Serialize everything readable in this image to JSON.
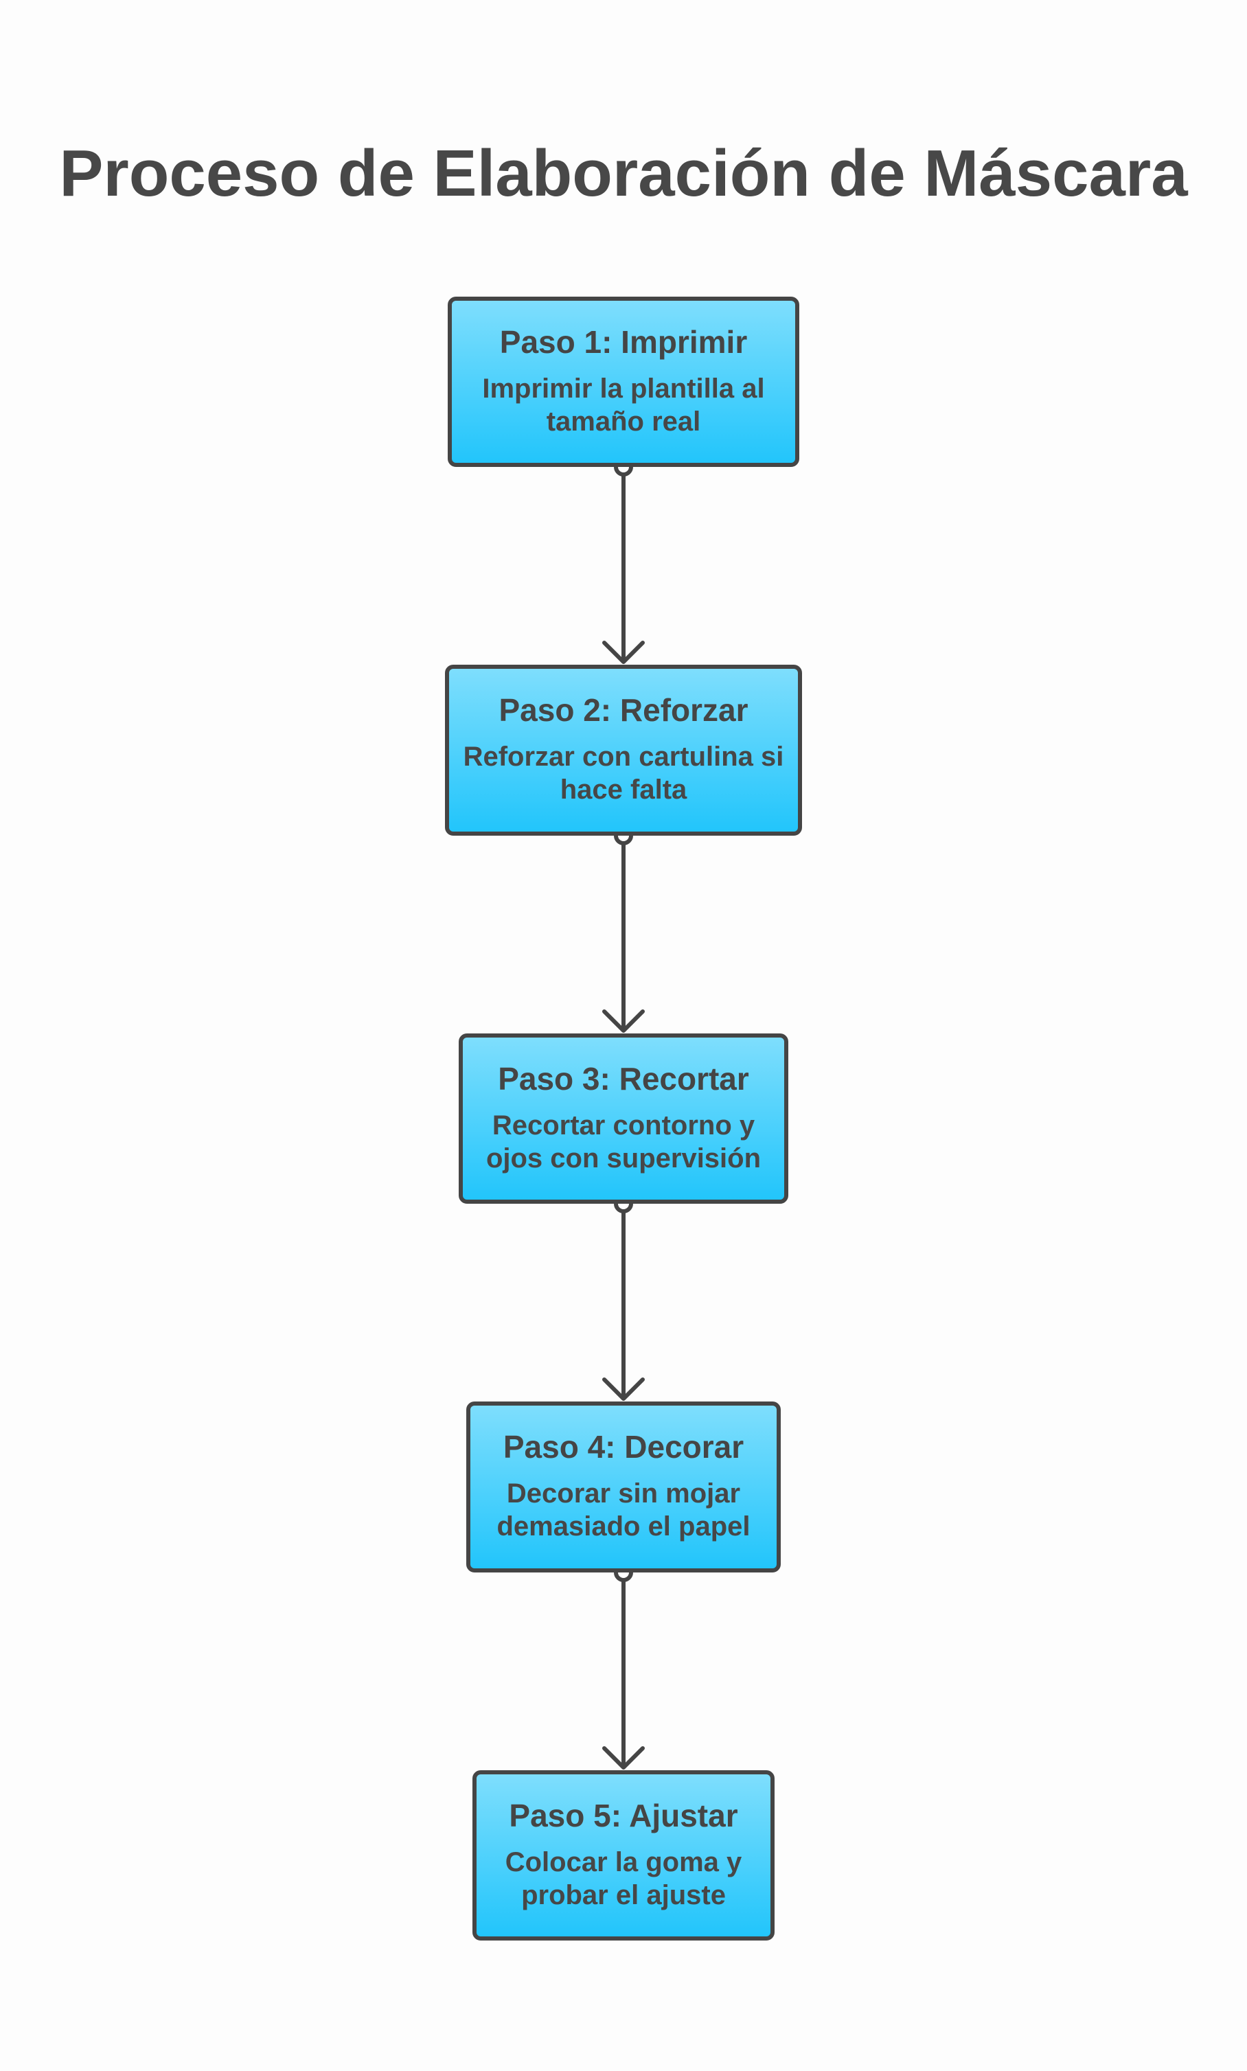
{
  "title": "Proceso de Elaboración de Máscara",
  "steps": [
    {
      "title": "Paso 1: Imprimir",
      "description": "Imprimir la plantilla al tamaño real"
    },
    {
      "title": "Paso 2: Reforzar",
      "description": "Reforzar con cartulina si hace falta"
    },
    {
      "title": "Paso 3: Recortar",
      "description": "Recortar contorno y ojos con supervisión"
    },
    {
      "title": "Paso 4: Decorar",
      "description": "Decorar sin mojar demasiado el papel"
    },
    {
      "title": "Paso 5: Ajustar",
      "description": "Colocar la goma y probar el ajuste"
    }
  ],
  "colors": {
    "box_top": "#7edefd",
    "box_bottom": "#22c5fb",
    "stroke": "#454545",
    "text": "#474747"
  }
}
